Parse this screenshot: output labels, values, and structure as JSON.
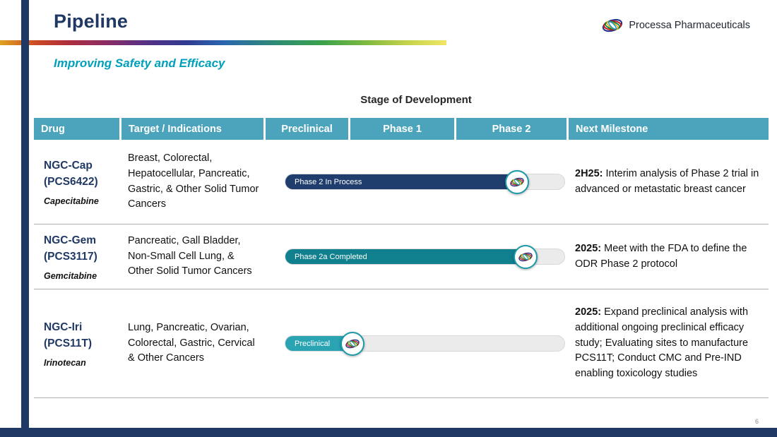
{
  "slide": {
    "title": "Pipeline",
    "subtitle": "Improving Safety and Efficacy",
    "stage_header": "Stage of Development",
    "page_number": "6"
  },
  "logo": {
    "icon": "processa-swirl-icon",
    "company": "Processa Pharmaceuticals"
  },
  "colors": {
    "navy": "#1F3864",
    "header_teal": "#4CA4BC",
    "subtitle_teal": "#00A0BC",
    "marker_ring_teal": "#1B9AA8",
    "track_gray": "#EBEBEB"
  },
  "table": {
    "headers": [
      "Drug",
      "Target / Indications",
      "Preclinical",
      "Phase 1",
      "Phase 2",
      "Next Milestone"
    ],
    "rows": [
      {
        "drug": "NGC-Cap",
        "code": "(PCS6422)",
        "generic": "Capecitabine",
        "indications": "Breast, Colorectal, Hepatocellular, Pancreatic, Gastric, & Other Solid Tumor Cancers",
        "bar": {
          "label": "Phase 2 In Process",
          "fill_width": "83%",
          "fill_color": "#1F3E6E"
        },
        "milestone_prefix": "2H25:",
        "milestone_text": " Interim analysis of Phase 2 trial in advanced or metastatic breast cancer"
      },
      {
        "drug": "NGC-Gem",
        "code": "(PCS3117)",
        "generic": "Gemcitabine",
        "indications": "Pancreatic, Gall Bladder, Non-Small Cell Lung, & Other Solid Tumor Cancers",
        "bar": {
          "label": "Phase 2a Completed",
          "fill_width": "86%",
          "fill_color": "#11808E"
        },
        "milestone_prefix": "2025:",
        "milestone_text": " Meet with the FDA to define the ODR Phase 2 protocol"
      },
      {
        "drug": "NGC-Iri",
        "code": "(PCS11T)",
        "generic": "Irinotecan",
        "indications": "Lung, Pancreatic, Ovarian, Colorectal, Gastric, Cervical & Other Cancers",
        "bar": {
          "label": "Preclinical",
          "fill_width": "24%",
          "fill_color": "#2AA3B3"
        },
        "milestone_prefix": "2025:",
        "milestone_text": " Expand preclinical analysis with additional ongoing preclinical efficacy study; Evaluating sites to manufacture PCS11T; Conduct CMC and Pre-IND enabling toxicology studies"
      }
    ]
  }
}
